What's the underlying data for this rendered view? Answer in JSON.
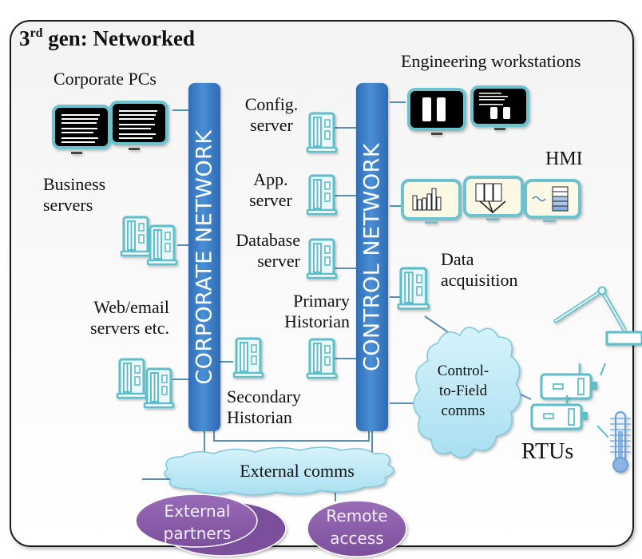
{
  "diagram": {
    "title_main": "3",
    "title_sup": "rd",
    "title_rest": " gen: Networked",
    "networks": {
      "corporate": "CORPORATE NETWORK",
      "control": "CONTROL NETWORK"
    },
    "labels": {
      "corporate_pcs": "Corporate PCs",
      "business_servers": [
        "Business",
        "servers"
      ],
      "web_email_servers": [
        "Web/email",
        "servers etc."
      ],
      "config_server": [
        "Config.",
        "server"
      ],
      "app_server": [
        "App.",
        "server"
      ],
      "database_server": [
        "Database",
        "server"
      ],
      "primary_historian": [
        "Primary",
        "Historian"
      ],
      "secondary_historian": [
        "Secondary",
        "Historian"
      ],
      "engineering_workstations": "Engineering workstations",
      "hmi": "HMI",
      "data_acquisition": [
        "Data",
        "acquisition"
      ],
      "rtus": "RTUs"
    },
    "clouds": {
      "control_to_field": [
        "Control-",
        "to-Field",
        "comms"
      ],
      "external_comms": "External comms"
    },
    "ellipses": {
      "external_partners": [
        "External",
        "partners"
      ],
      "remote_access": [
        "Remote",
        "access"
      ]
    },
    "icons": {
      "server": "server-tower-icon",
      "pc": "desktop-monitor-icon",
      "hmi_panels": [
        "bar-chart-panel-icon",
        "tree-panel-icon",
        "wave-level-panel-icon"
      ],
      "rtu": "rtu-device-icon",
      "robot_arm": "robot-arm-icon",
      "thermometer": "thermometer-icon"
    },
    "colors": {
      "network_bar": "#3a7dc6",
      "device_outline": "#5bbfcc",
      "device_fill": "#e8f6f8",
      "cloud_fill": "#bfe9f5",
      "ellipse_fill": "#8a5ca8",
      "link_line": "#5a8fb5"
    }
  }
}
